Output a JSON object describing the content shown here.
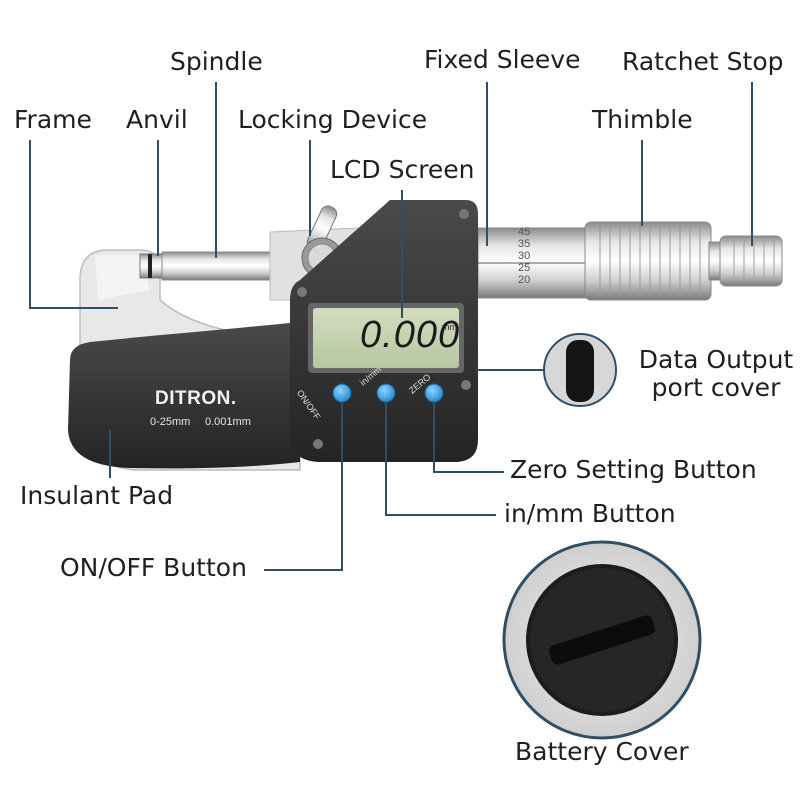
{
  "labels": {
    "spindle": "Spindle",
    "fixed_sleeve": "Fixed Sleeve",
    "ratchet_stop": "Ratchet Stop",
    "frame": "Frame",
    "anvil": "Anvil",
    "locking_device": "Locking Device",
    "thimble": "Thimble",
    "lcd_screen": "LCD Screen",
    "data_output_line1": "Data Output",
    "data_output_line2": "port cover",
    "zero_setting_button": "Zero Setting Button",
    "inmm_button": "in/mm Button",
    "insulant_pad": "Insulant Pad",
    "onoff_button": "ON/OFF Button",
    "battery_cover": "Battery Cover"
  },
  "device": {
    "brand": "DITRON.",
    "range": "0-25mm",
    "resolution": "0.001mm",
    "display_reading": "0.000",
    "display_unit": "mm",
    "button_onoff": "ON/OFF",
    "button_inmm": "in/mm",
    "button_zero": "ZERO",
    "thimble_scale": [
      "45",
      "35",
      "30",
      "25",
      "20"
    ]
  },
  "colors": {
    "leader_line": "#2f4f66",
    "button_blue": "#2f9be0",
    "lcd_green": "#c7d6b0"
  }
}
